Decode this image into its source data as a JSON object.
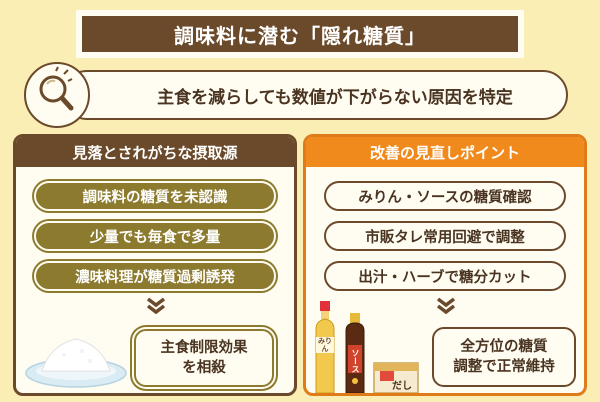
{
  "title": "調味料に潜む「隠れ糖質」",
  "subtitle": "主食を減らしても数値が下がらない原因を特定",
  "left_panel": {
    "heading": "見落とされがちな摂取源",
    "items": [
      "調味料の糖質を未認識",
      "少量でも毎食で多量",
      "濃味料理が糖質過剰誘発"
    ],
    "result": "主食制限効果\nを相殺"
  },
  "right_panel": {
    "heading": "改善の見直しポイント",
    "items": [
      "みりん・ソースの糖質確認",
      "市販タレ常用回避で調整",
      "出汁・ハーブで糖分カット"
    ],
    "result": "全方位の糖質\n調整で正常維持"
  },
  "product_labels": {
    "mirin": "みりん",
    "sauce": "ソース",
    "dashi": "だし"
  },
  "colors": {
    "background": "#fbeeb5",
    "brown": "#6b4a2b",
    "olive": "#8c7a2e",
    "orange": "#f08a1c"
  }
}
